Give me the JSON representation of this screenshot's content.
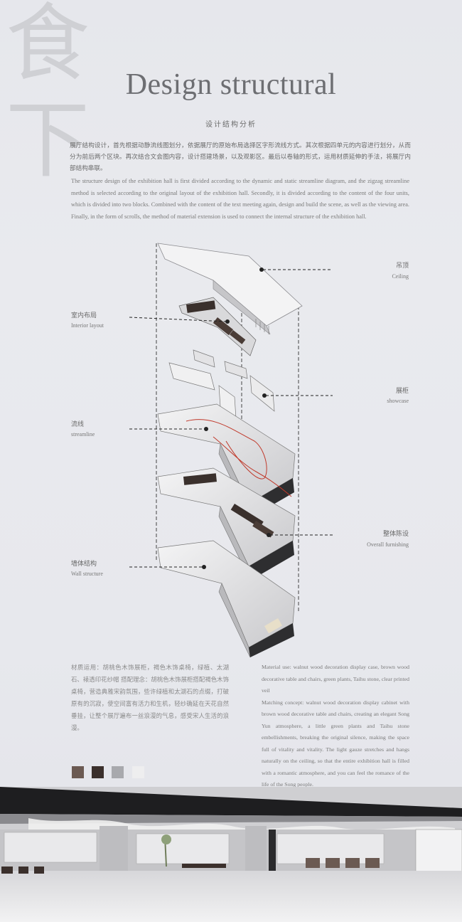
{
  "header": {
    "bg_char_1": "食",
    "bg_char_2": "下",
    "title": "Design structural",
    "subtitle": "设计结构分析"
  },
  "intro": {
    "cn": "展厅结构设计，首先根据动静流线图划分，依据展厅的原始布局选择区字形流线方式。其次根据四单元的内容进行划分，从而分为前后两个区块。再次结合文会图内容，设计搭建场景，以及观影区。最后以卷轴的形式，运用材质延伸的手法，将展厅内部结构串联。",
    "en": "The structure design of the exhibition hall is first divided according to the dynamic and static streamline diagram, and the zigzag streamline method is selected according to the original layout of the exhibition hall. Secondly, it is divided according to the content of the four units, which is divided into two blocks. Combined with the content of the text meeting again, design and build the scene, as well as the viewing area. Finally, in the form of scrolls, the method of material extension is used to connect the internal structure of the exhibition hall."
  },
  "labels": {
    "ceiling": {
      "cn": "吊顶",
      "en": "Ceiling"
    },
    "interior": {
      "cn": "室内布局",
      "en": "Interior layout"
    },
    "showcase": {
      "cn": "展柜",
      "en": "showcase"
    },
    "streamline": {
      "cn": "流线",
      "en": "streamline"
    },
    "furnishing": {
      "cn": "整体陈设",
      "en": "Overall furnishing"
    },
    "wall": {
      "cn": "墙体结构",
      "en": "Wall structure"
    }
  },
  "materials": {
    "cn": "材质运用：胡桃色木饰展柜，褐色木饰桌椅，绿植、太湖石、裱透印花纱帽 搭配理念：胡桃色木饰展柜搭配褐色木饰桌椅，营造典雅宋韵氛围，些许绿植和太湖石的点缀，打破原有的沉寂，使空间富有活力和生机，轻纱确延在天花自然垂挂，让整个展厅遍布一丝浪漫的气息，感受宋人生活的浪漫。",
    "en_use": "Material use: walnut wood decoration display case, brown wood decorative table and chairs, green plants, Taihu stone, clear printed veil",
    "en_concept": "Matching concept: walnut wood decoration display cabinet with brown wood decorative table and chairs, creating an elegant Song Yun atmosphere, a little green plants and Taihu stone embellishments, breaking the original silence, making the space full of vitality and vitality. The light gauze stretches and hangs naturally on the ceiling, so that the entire exhibition hall is filled with a romantic atmosphere, and you can feel the romance of the life of the Song people."
  },
  "palette": [
    "#6b5a52",
    "#3b302c",
    "#a8a9ad",
    "#eeeeef"
  ]
}
